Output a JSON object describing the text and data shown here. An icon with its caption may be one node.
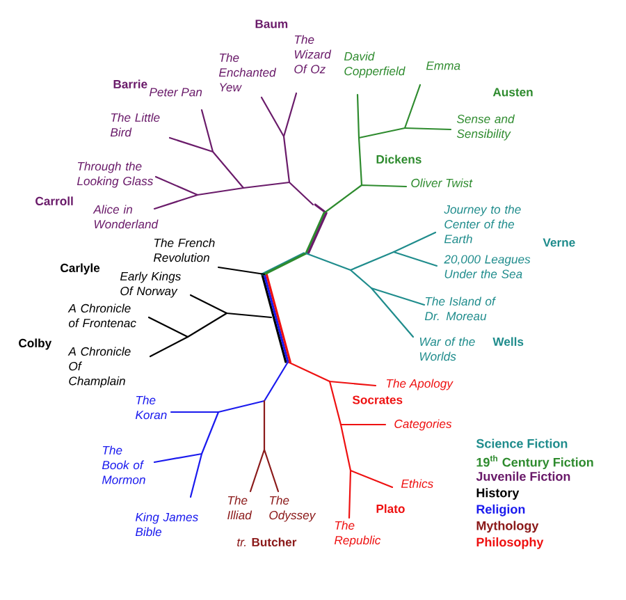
{
  "diagram": {
    "labels": [
      "Baum",
      "The Enchanted Yew",
      "The Wizard Of Oz",
      "David Copperfield",
      "Emma",
      "Barrie",
      "Peter Pan",
      "Austen",
      "The Little Bird",
      "Sense and Sensibility",
      "Through the Looking Glass",
      "Dickens",
      "Oliver Twist",
      "Carroll",
      "Alice in Wonderland",
      "Journey to the Center of the Earth",
      "The French Revolution",
      "Verne",
      "Carlyle",
      "Early Kings Of Norway",
      "20,000 Leagues Under the Sea",
      "A Chronicle of Frontenac",
      "The Island of Dr. Moreau",
      "Colby",
      "A Chronicle Of Champlain",
      "War of the Worlds",
      "Wells",
      "The Koran",
      "Socrates",
      "The Apology",
      "Categories",
      "The Book of Mormon",
      "Ethics",
      "King James Bible",
      "The Illiad",
      "The Odyssey",
      "The Republic",
      "Plato",
      "*tr.* **Butcher**"
    ],
    "legend": [
      {
        "text": "Science Fiction",
        "color": "#1f8c8c"
      },
      {
        "text": "19$^{th}$ Century Fiction",
        "color": "#2e8b2e"
      },
      {
        "text": "Juvenile Fiction",
        "color": "#6a1b6a"
      },
      {
        "text": "History",
        "color": "#000000"
      },
      {
        "text": "Religion",
        "color": "#1a1aee"
      },
      {
        "text": "Mythology",
        "color": "#8b1a1a"
      },
      {
        "text": "Philosophy",
        "color": "#ee1111"
      }
    ]
  }
}
